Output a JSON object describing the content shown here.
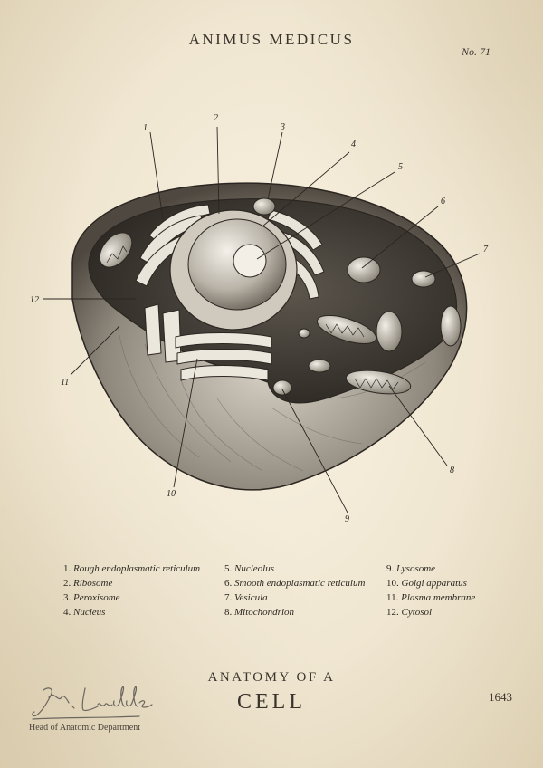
{
  "header": {
    "title": "ANIMUS MEDICUS",
    "plate_number": "No. 71"
  },
  "callouts": [
    "1",
    "2",
    "3",
    "4",
    "5",
    "6",
    "7",
    "8",
    "9",
    "10",
    "11",
    "12"
  ],
  "legend": {
    "columns": [
      [
        {
          "num": "1.",
          "label": "Rough endoplasmatic reticulum"
        },
        {
          "num": "2.",
          "label": "Ribosome"
        },
        {
          "num": "3.",
          "label": "Peroxisome"
        },
        {
          "num": "4.",
          "label": "Nucleus"
        }
      ],
      [
        {
          "num": "5.",
          "label": "Nucleolus"
        },
        {
          "num": "6.",
          "label": "Smooth endoplasmatic reticulum"
        },
        {
          "num": "7.",
          "label": "Vesicula"
        },
        {
          "num": "8.",
          "label": "Mitochondrion"
        }
      ],
      [
        {
          "num": "9.",
          "label": "Lysosome"
        },
        {
          "num": "10.",
          "label": "Golgi apparatus"
        },
        {
          "num": "11.",
          "label": "Plasma membrane"
        },
        {
          "num": "12.",
          "label": "Cytosol"
        }
      ]
    ]
  },
  "footer": {
    "title_line": "ANATOMY OF A",
    "title_main": "CELL",
    "year": "1643",
    "signature_caption": "Head of Anatomic Department",
    "signature_text": "J.W. Luebbe"
  },
  "colors": {
    "paper": "#efe6d2",
    "ink": "#2b2621"
  }
}
